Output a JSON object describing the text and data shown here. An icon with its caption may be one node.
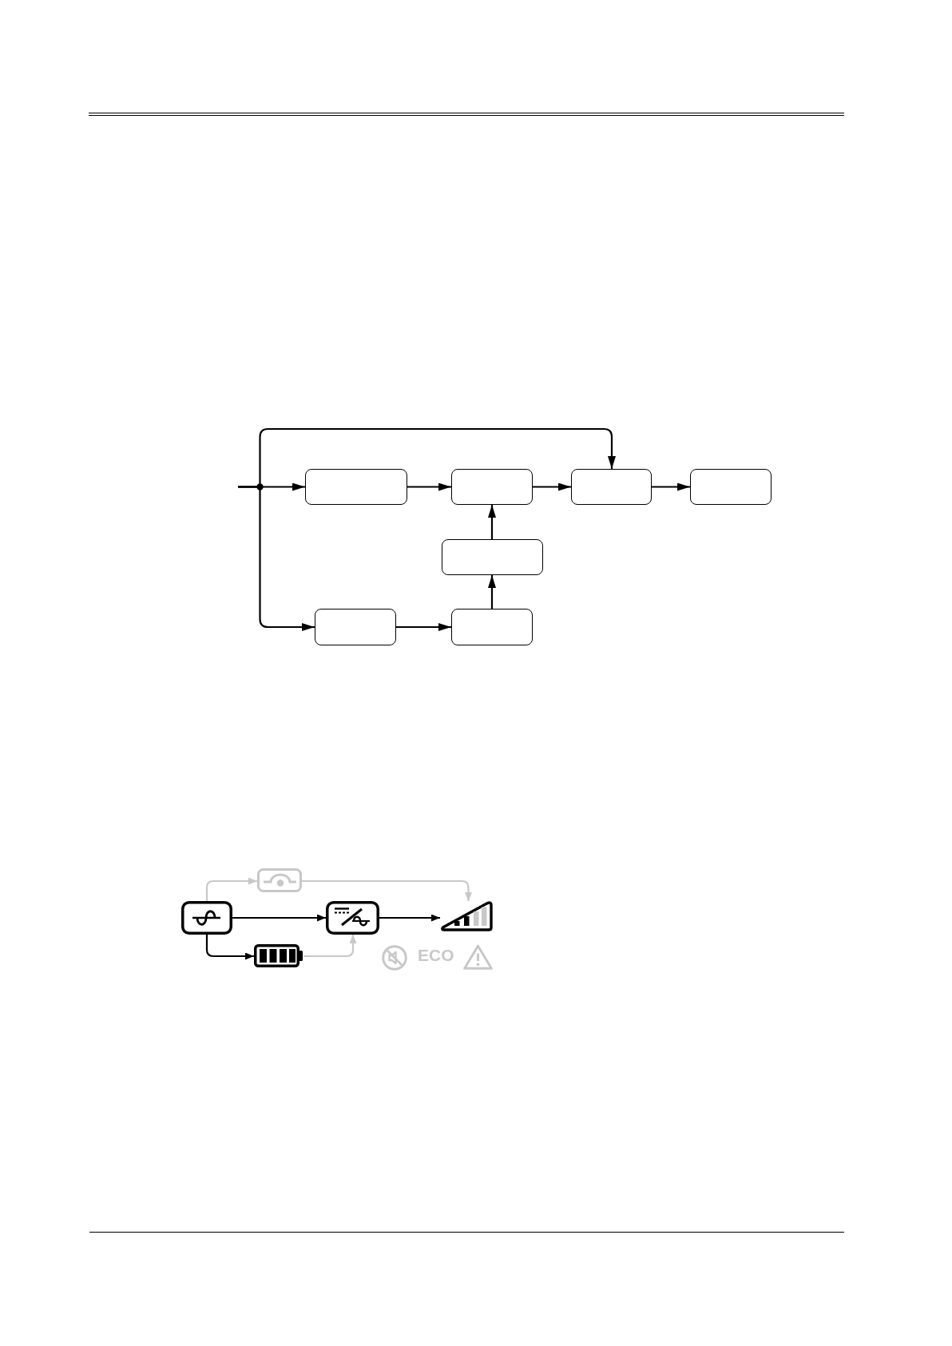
{
  "diagram": {
    "nodes": [
      {
        "text": [],
        "shape": "box"
      },
      {
        "text": [],
        "shape": "box"
      },
      {
        "text": [],
        "shape": "box"
      },
      {
        "text": [],
        "shape": "box"
      },
      {
        "text": [],
        "shape": "box"
      },
      {
        "text": [],
        "shape": "box"
      },
      {
        "text": [],
        "shape": "box"
      },
      {
        "text": [],
        "shape": "picture"
      },
      {
        "text": [],
        "shape": "picture"
      },
      {
        "text": [],
        "shape": "picture"
      },
      {
        "text": [],
        "shape": "picture"
      },
      {
        "text": [],
        "shape": "picture"
      }
    ],
    "edges": [
      {
        "from": null,
        "to": 0,
        "arrow": "to"
      },
      {
        "from": 0,
        "to": 1,
        "arrow": "to"
      },
      {
        "from": 1,
        "to": 2,
        "arrow": "to"
      },
      {
        "from": 2,
        "to": 3,
        "arrow": "to"
      },
      {
        "from": null,
        "to": 2,
        "arrow": "to"
      },
      {
        "from": null,
        "to": 5,
        "arrow": "to"
      },
      {
        "from": 5,
        "to": 6,
        "arrow": "to"
      },
      {
        "from": 6,
        "to": 4,
        "arrow": "to"
      },
      {
        "from": 4,
        "to": 1,
        "arrow": "to"
      },
      {
        "from": 8,
        "to": 7,
        "arrow": "to",
        "color": "#c8c8c8"
      },
      {
        "from": 7,
        "to": 10,
        "arrow": "to",
        "color": "#c8c8c8"
      },
      {
        "from": 8,
        "to": 9,
        "arrow": "to"
      },
      {
        "from": 9,
        "to": 10,
        "arrow": "to"
      },
      {
        "from": 8,
        "to": 11,
        "arrow": "to"
      },
      {
        "from": 11,
        "to": 9,
        "arrow": "to",
        "color": "#c8c8c8"
      }
    ],
    "labels": [
      "ECO"
    ]
  }
}
